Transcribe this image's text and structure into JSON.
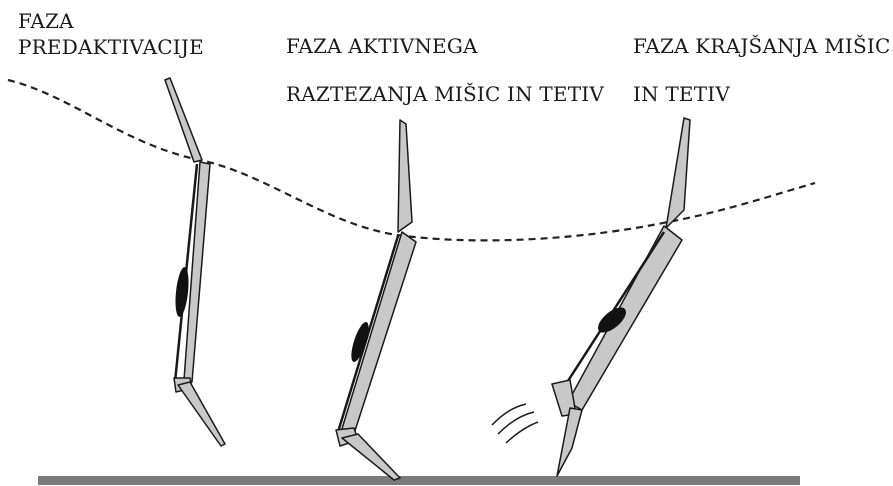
{
  "phases": [
    {
      "line1": "FAZA",
      "line2": "PREDAKTIVACIJE"
    },
    {
      "line1": "FAZA AKTIVNEGA",
      "line2": "RAZTEZANJA MIŠIC IN TETIV"
    },
    {
      "line1": "FAZA KRAJŠANJA MIŠIC",
      "line2": "IN TETIV"
    }
  ],
  "colors": {
    "limb_fill": "#c8c8c8",
    "outline": "#1a1a1a",
    "muscle": "#111111",
    "ground": "#7a7a7a",
    "trajectory": "#222222"
  }
}
